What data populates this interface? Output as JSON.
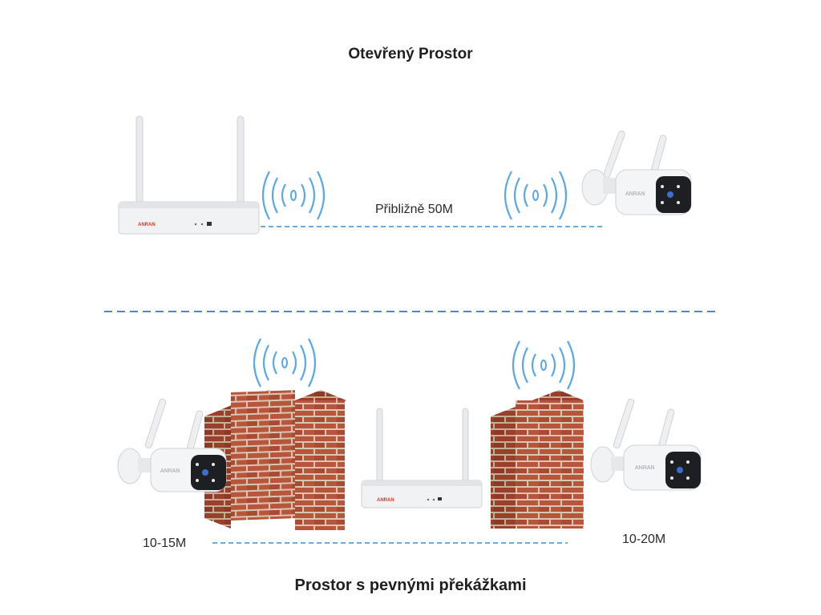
{
  "open_space": {
    "title": "Otevřený Prostor",
    "distance_label": "Přibližně 50M"
  },
  "obstacle_space": {
    "title": "Prostor s pevnými překážkami",
    "distance_left": "10-15M",
    "distance_right": "10-20M"
  },
  "brand": "ANRAN",
  "colors": {
    "dashed_line": "#3a8fd6",
    "wifi_waves": "#5aa8e6",
    "brick": "#b8553a",
    "mortar": "#d8c7b5",
    "device_body": "#f1f2f3"
  }
}
